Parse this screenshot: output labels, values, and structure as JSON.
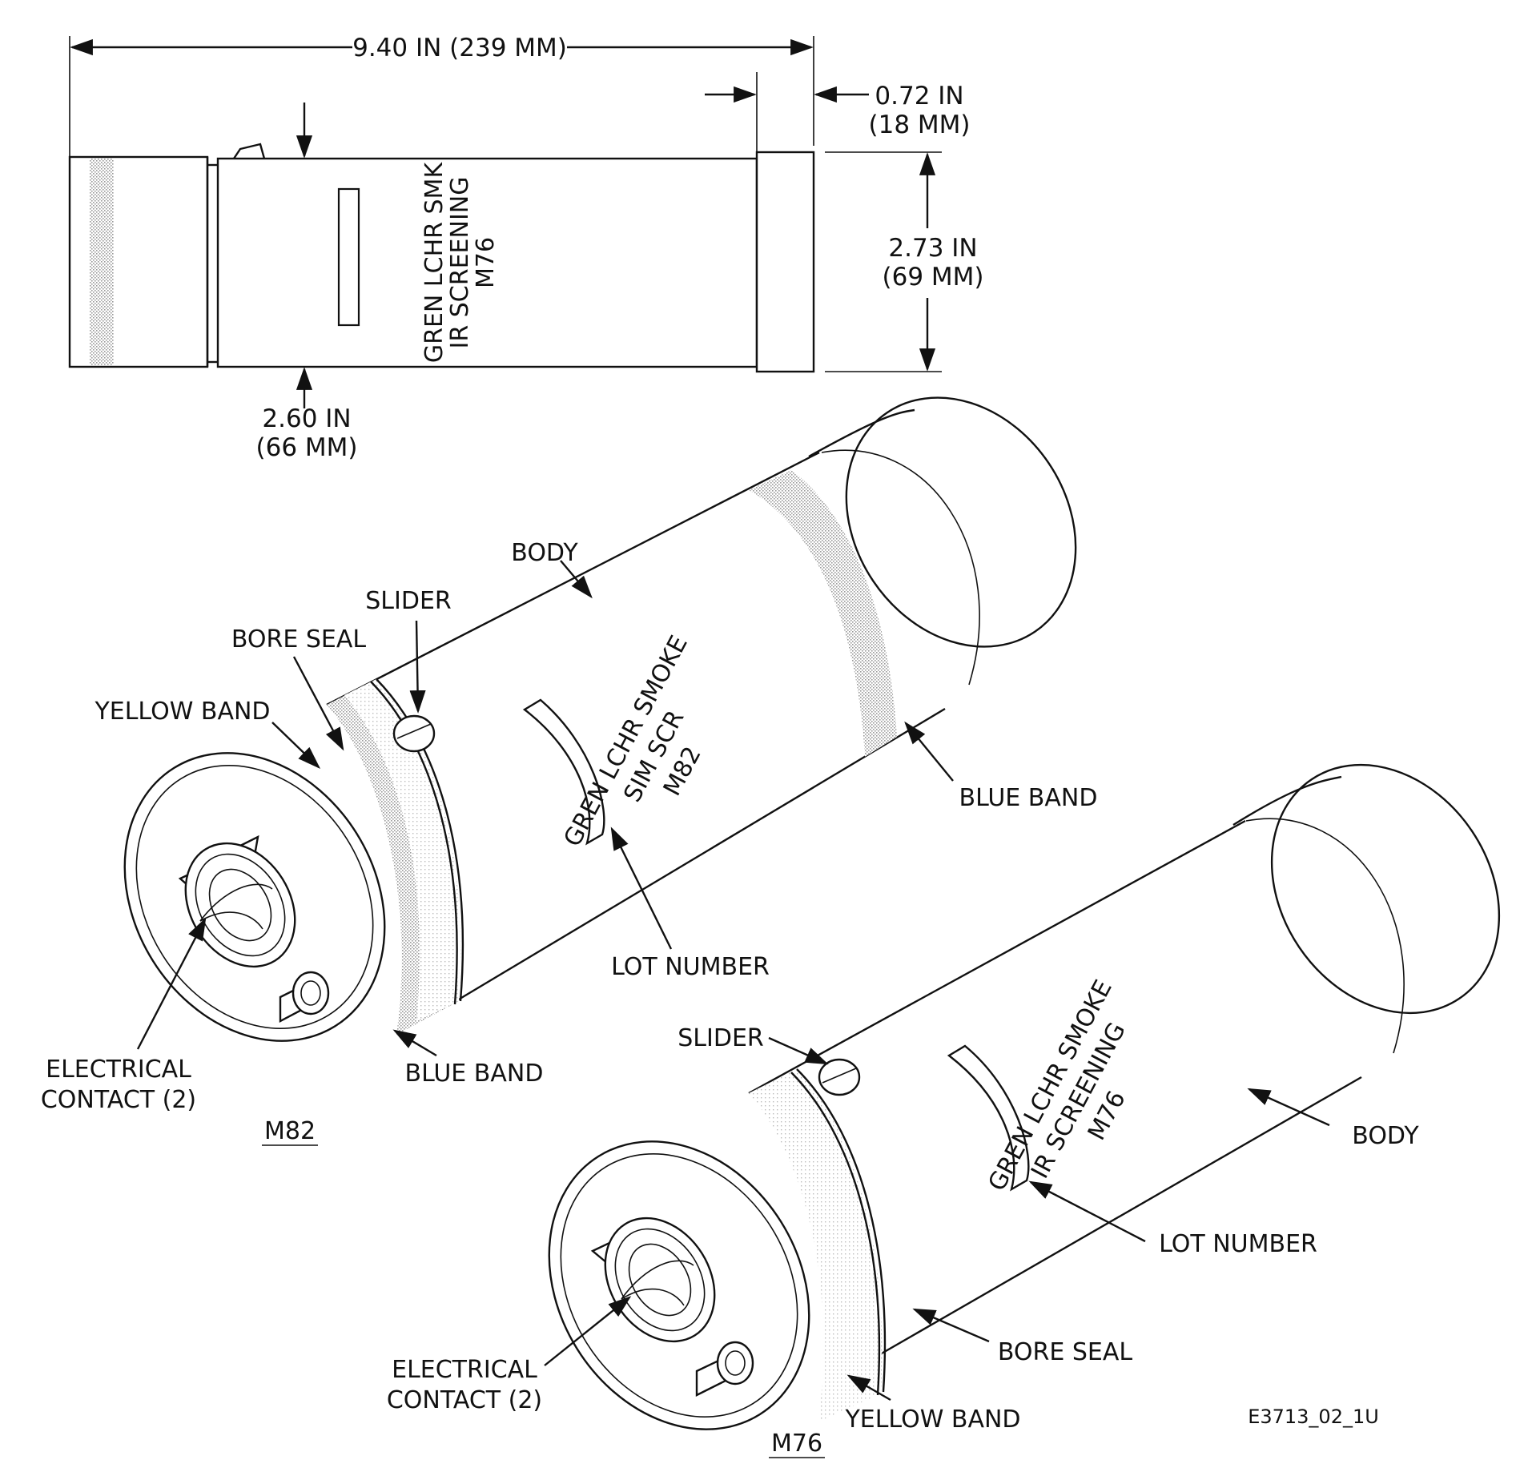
{
  "dimensions": {
    "overall_length": "9.40 IN (239 MM)",
    "cap_length_in": "0.72 IN",
    "cap_length_mm": "(18 MM)",
    "cap_diameter_in": "2.73 IN",
    "cap_diameter_mm": "(69 MM)",
    "body_diameter_in": "2.60 IN",
    "body_diameter_mm": "(66 MM)"
  },
  "side_view": {
    "stamp_line1": "GREN LCHR SMK",
    "stamp_line2": "IR SCREENING",
    "stamp_line3": "M76"
  },
  "m82": {
    "caption": "M82",
    "stamp_line1": "GREN LCHR SMOKE",
    "stamp_line2": "SIM SCR",
    "stamp_line3": "M82",
    "labels": {
      "body": "BODY",
      "slider": "SLIDER",
      "bore_seal": "BORE SEAL",
      "yellow_band": "YELLOW BAND",
      "blue_band_rear": "BLUE BAND",
      "blue_band_front": "BLUE BAND",
      "lot_number": "LOT NUMBER",
      "electrical_contact_line1": "ELECTRICAL",
      "electrical_contact_line2": "CONTACT (2)"
    }
  },
  "m76": {
    "caption": "M76",
    "stamp_line1": "GREN LCHR SMOKE",
    "stamp_line2": "IR SCREENING",
    "stamp_line3": "M76",
    "labels": {
      "slider": "SLIDER",
      "body": "BODY",
      "lot_number": "LOT NUMBER",
      "bore_seal": "BORE SEAL",
      "yellow_band": "YELLOW BAND",
      "electrical_contact_line1": "ELECTRICAL",
      "electrical_contact_line2": "CONTACT (2)"
    }
  },
  "figure_id": "E3713_02_1U"
}
